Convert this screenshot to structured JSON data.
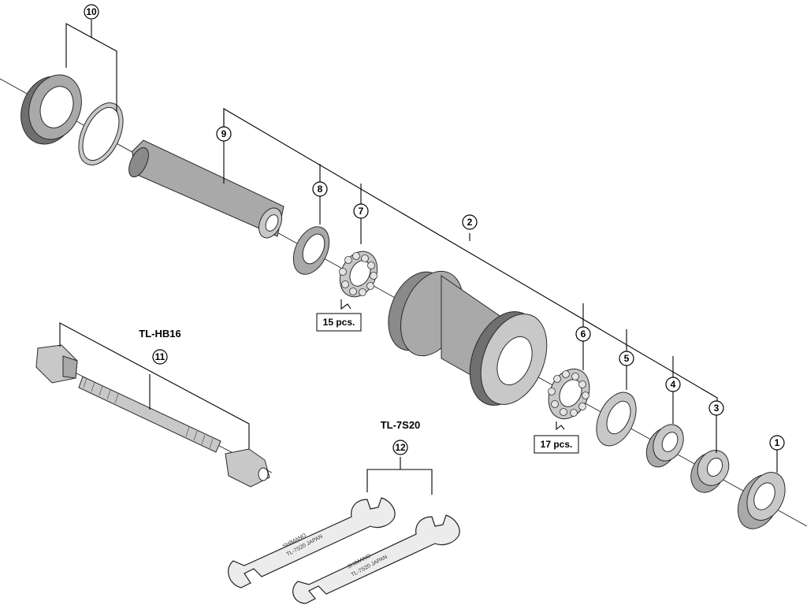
{
  "callouts": {
    "c1": "1",
    "c2": "2",
    "c3": "3",
    "c4": "4",
    "c5": "5",
    "c6": "6",
    "c7": "7",
    "c8": "8",
    "c9": "9",
    "c10": "10",
    "c11": "11",
    "c12": "12"
  },
  "quantities": {
    "q15": "15 pcs.",
    "q17": "17 pcs."
  },
  "tools": {
    "hub_tool": "TL-HB16",
    "cone_wrench": "TL-7S20"
  }
}
